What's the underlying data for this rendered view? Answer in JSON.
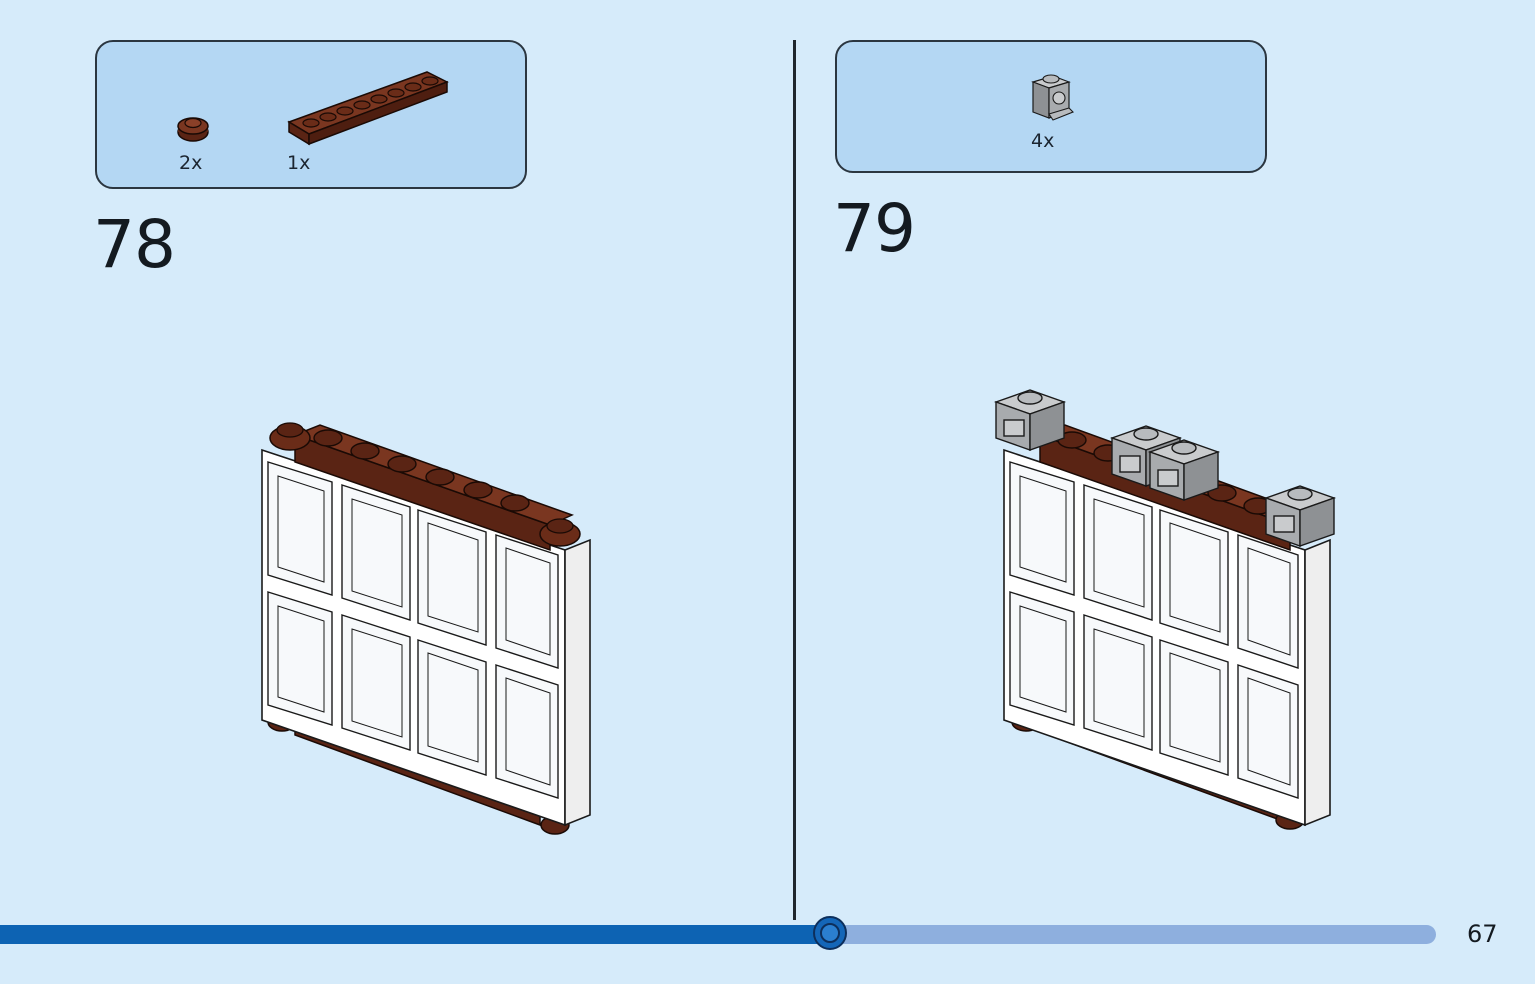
{
  "steps": [
    {
      "number": "78",
      "parts": [
        {
          "icon": "round-plate-1x1-brown",
          "count": "2x"
        },
        {
          "icon": "plate-1x8-brown",
          "count": "1x"
        }
      ]
    },
    {
      "number": "79",
      "parts": [
        {
          "icon": "bracket-brick-1x1-gray",
          "count": "4x"
        }
      ]
    }
  ],
  "progress": {
    "fraction": 0.578
  },
  "page_number": "67",
  "colors": {
    "background": "#d6ebfa",
    "parts_box": "#b4d7f3",
    "brown": "#6e2e1b",
    "gray": "#a0a3a6",
    "progress_fill": "#0d63b3",
    "progress_track": "#8eafde"
  }
}
